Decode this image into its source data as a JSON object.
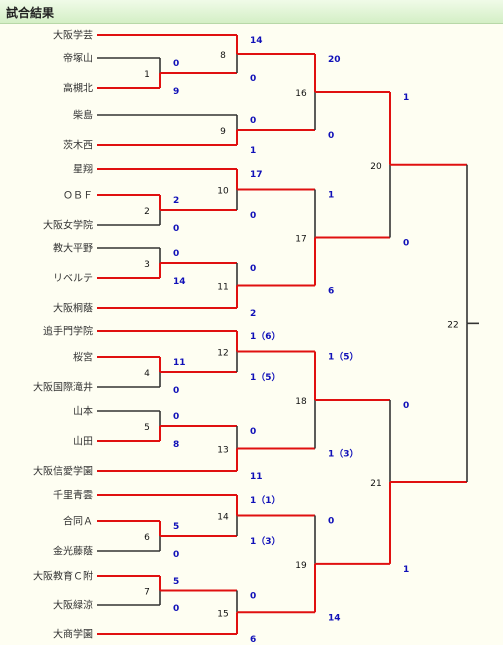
{
  "header": {
    "title": "試合結果"
  },
  "teams": [
    "大阪学芸",
    "帝塚山",
    "高槻北",
    "柴島",
    "茨木西",
    "星翔",
    "ＯＢＦ",
    "大阪女学院",
    "教大平野",
    "リベルテ",
    "大阪桐蔭",
    "追手門学院",
    "桜宮",
    "大阪国際滝井",
    "山本",
    "山田",
    "大阪信愛学園",
    "千里青雲",
    "合同Ａ",
    "金光藤蔭",
    "大阪教育Ｃ附",
    "大阪緑涼",
    "大商学園"
  ],
  "matches": [
    {
      "no": "1",
      "from": [
        "t1",
        "t2"
      ],
      "winner": 1,
      "scores": [
        "0",
        "9"
      ]
    },
    {
      "no": "2",
      "from": [
        "t6",
        "t7"
      ],
      "winner": 0,
      "scores": [
        "2",
        "0"
      ]
    },
    {
      "no": "3",
      "from": [
        "t8",
        "t9"
      ],
      "winner": 1,
      "scores": [
        "0",
        "14"
      ]
    },
    {
      "no": "4",
      "from": [
        "t12",
        "t13"
      ],
      "winner": 0,
      "scores": [
        "11",
        "0"
      ]
    },
    {
      "no": "5",
      "from": [
        "t14",
        "t15"
      ],
      "winner": 1,
      "scores": [
        "0",
        "8"
      ]
    },
    {
      "no": "6",
      "from": [
        "t18",
        "t19"
      ],
      "winner": 0,
      "scores": [
        "5",
        "0"
      ]
    },
    {
      "no": "7",
      "from": [
        "t20",
        "t21"
      ],
      "winner": 0,
      "scores": [
        "5",
        "0"
      ]
    },
    {
      "no": "8",
      "from": [
        "t0",
        "m0"
      ],
      "winner": 0,
      "scores": [
        "14",
        "0"
      ]
    },
    {
      "no": "9",
      "from": [
        "t3",
        "t4"
      ],
      "winner": 1,
      "scores": [
        "0",
        "1"
      ]
    },
    {
      "no": "10",
      "from": [
        "t5",
        "m1"
      ],
      "winner": 0,
      "scores": [
        "17",
        "0"
      ]
    },
    {
      "no": "11",
      "from": [
        "m2",
        "t10"
      ],
      "winner": 1,
      "scores": [
        "0",
        "2"
      ]
    },
    {
      "no": "12",
      "from": [
        "t11",
        "m3"
      ],
      "winner": 0,
      "scores": [
        "1（6）",
        "1（5）"
      ]
    },
    {
      "no": "13",
      "from": [
        "m4",
        "t16"
      ],
      "winner": 1,
      "scores": [
        "0",
        "11"
      ]
    },
    {
      "no": "14",
      "from": [
        "t17",
        "m5"
      ],
      "winner": 0,
      "scores": [
        "1（1）",
        "1（3）"
      ]
    },
    {
      "no": "15",
      "from": [
        "m6",
        "t22"
      ],
      "winner": 1,
      "scores": [
        "0",
        "6"
      ]
    },
    {
      "no": "16",
      "from": [
        "m7",
        "m8"
      ],
      "winner": 0,
      "scores": [
        "20",
        "0"
      ]
    },
    {
      "no": "17",
      "from": [
        "m9",
        "m10"
      ],
      "winner": 1,
      "scores": [
        "1",
        "6"
      ]
    },
    {
      "no": "18",
      "from": [
        "m11",
        "m12"
      ],
      "winner": 0,
      "scores": [
        "1（5）",
        "1（3）"
      ]
    },
    {
      "no": "19",
      "from": [
        "m13",
        "m14"
      ],
      "winner": 1,
      "scores": [
        "0",
        "14"
      ]
    },
    {
      "no": "20",
      "from": [
        "m15",
        "m16"
      ],
      "winner": 0,
      "scores": [
        "1",
        "0"
      ]
    },
    {
      "no": "21",
      "from": [
        "m17",
        "m18"
      ],
      "winner": 1,
      "scores": [
        "0",
        "1"
      ]
    },
    {
      "no": "22",
      "from": [
        "m19",
        "m20"
      ],
      "winner": null,
      "scores": [
        "",
        ""
      ]
    }
  ],
  "colors": {
    "winner_line": "#e01010",
    "line": "#333333",
    "score": "#1010b8",
    "header_bg": "#dff3d2"
  }
}
